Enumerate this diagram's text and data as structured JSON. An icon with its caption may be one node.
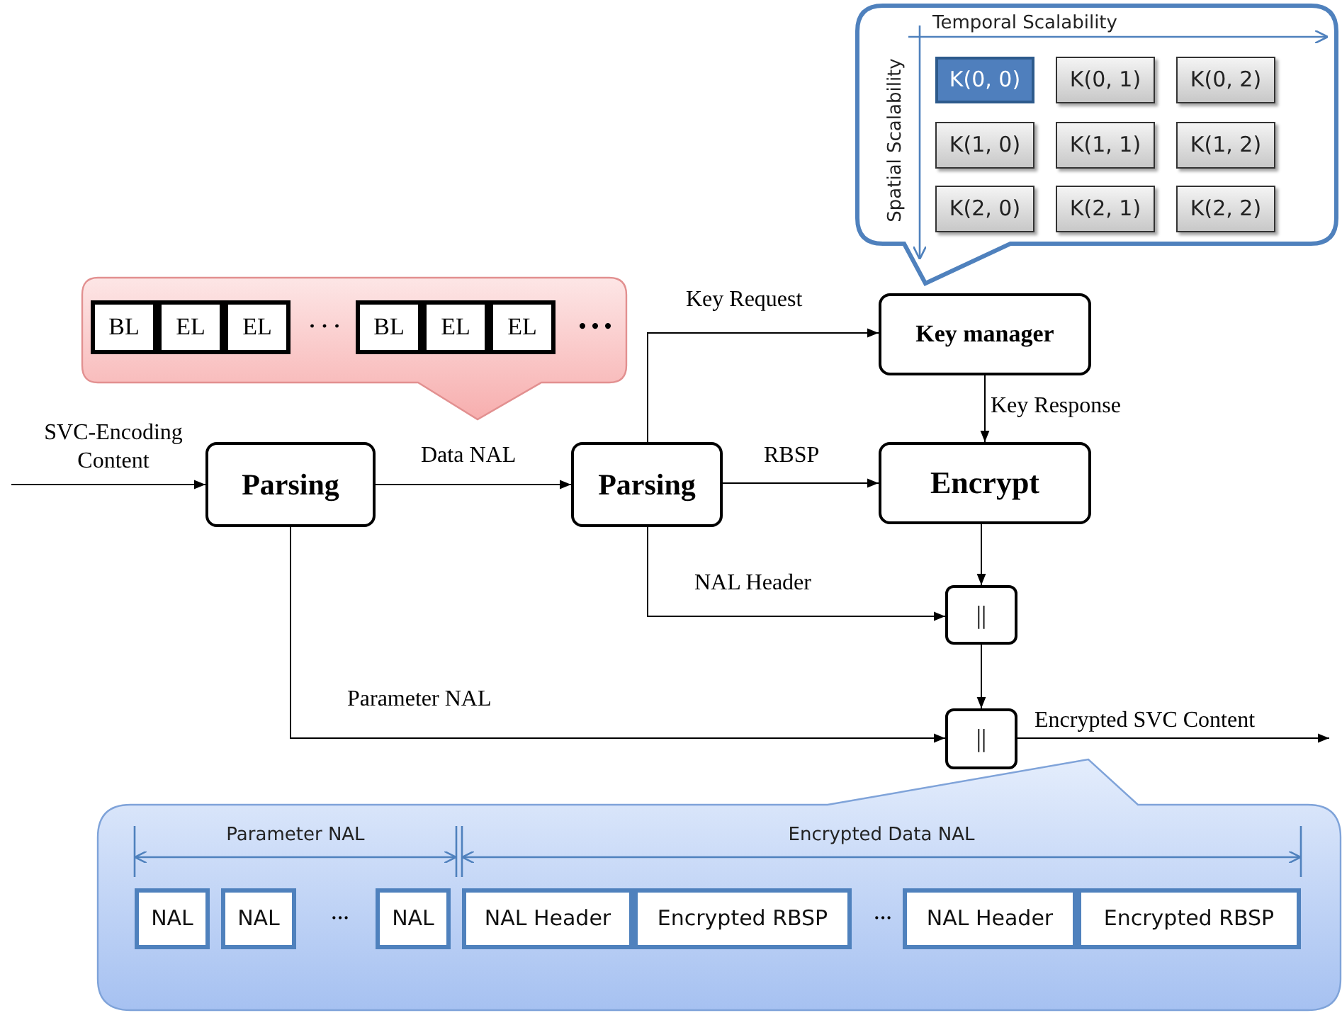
{
  "diagram": {
    "nodes": [
      {
        "text": [
          "Parsing"
        ]
      },
      {
        "text": [
          "Parsing"
        ]
      },
      {
        "text": [
          "Key manager"
        ]
      },
      {
        "text": [
          "Encrypt"
        ]
      },
      {
        "text": [
          "||"
        ]
      },
      {
        "text": [
          "||"
        ]
      },
      {
        "text": [
          "Temporal Scalability",
          "Spatial Scalability"
        ]
      },
      {
        "text": [
          "K(0, 0)"
        ],
        "in": 6
      },
      {
        "text": [
          "K(0, 1)"
        ],
        "in": 6
      },
      {
        "text": [
          "K(0, 2)"
        ],
        "in": 6
      },
      {
        "text": [
          "K(1, 0)"
        ],
        "in": 6
      },
      {
        "text": [
          "K(1, 1)"
        ],
        "in": 6
      },
      {
        "text": [
          "K(1, 2)"
        ],
        "in": 6
      },
      {
        "text": [
          "K(2, 0)"
        ],
        "in": 6
      },
      {
        "text": [
          "K(2, 1)"
        ],
        "in": 6
      },
      {
        "text": [
          "K(2, 2)"
        ],
        "in": 6
      },
      {
        "text": [],
        "shape": "callout"
      },
      {
        "text": [
          "BL"
        ],
        "in": 16
      },
      {
        "text": [
          "EL"
        ],
        "in": 16
      },
      {
        "text": [
          "EL"
        ],
        "in": 16
      },
      {
        "text": [
          "BL"
        ],
        "in": 16
      },
      {
        "text": [
          "EL"
        ],
        "in": 16
      },
      {
        "text": [
          "EL"
        ],
        "in": 16
      },
      {
        "text": [
          "Parameter NAL",
          "Encrypted Data NAL"
        ]
      },
      {
        "text": [
          "NAL"
        ],
        "in": 23
      },
      {
        "text": [
          "NAL"
        ],
        "in": 23
      },
      {
        "text": [
          "NAL"
        ],
        "in": 23
      },
      {
        "text": [
          "NAL Header"
        ],
        "in": 23
      },
      {
        "text": [
          "Encrypted  RBSP"
        ],
        "in": 23
      },
      {
        "text": [
          "NAL Header"
        ],
        "in": 23
      },
      {
        "text": [
          "Encrypted  RBSP"
        ],
        "in": 23
      }
    ],
    "edges": [
      {
        "from": null,
        "to": 0,
        "arrow": "to",
        "label": "SVC-Encoding Content"
      },
      {
        "from": 0,
        "to": 1,
        "arrow": "to",
        "label": "Data NAL"
      },
      {
        "from": 1,
        "to": 2,
        "arrow": "to",
        "label": "Key Request"
      },
      {
        "from": 2,
        "to": 3,
        "arrow": "to",
        "label": "Key Response"
      },
      {
        "from": 1,
        "to": 3,
        "arrow": "to",
        "label": "RBSP"
      },
      {
        "from": 3,
        "to": 4,
        "arrow": "to"
      },
      {
        "from": 1,
        "to": 4,
        "arrow": "to",
        "label": "NAL Header"
      },
      {
        "from": 4,
        "to": 5,
        "arrow": "to"
      },
      {
        "from": 0,
        "to": 5,
        "arrow": "to",
        "label": "Parameter NAL"
      },
      {
        "from": 5,
        "to": null,
        "arrow": "to",
        "label": "Encrypted SVC Content"
      }
    ],
    "labels": [
      "· · ·",
      "• • •",
      "···",
      "···"
    ]
  }
}
